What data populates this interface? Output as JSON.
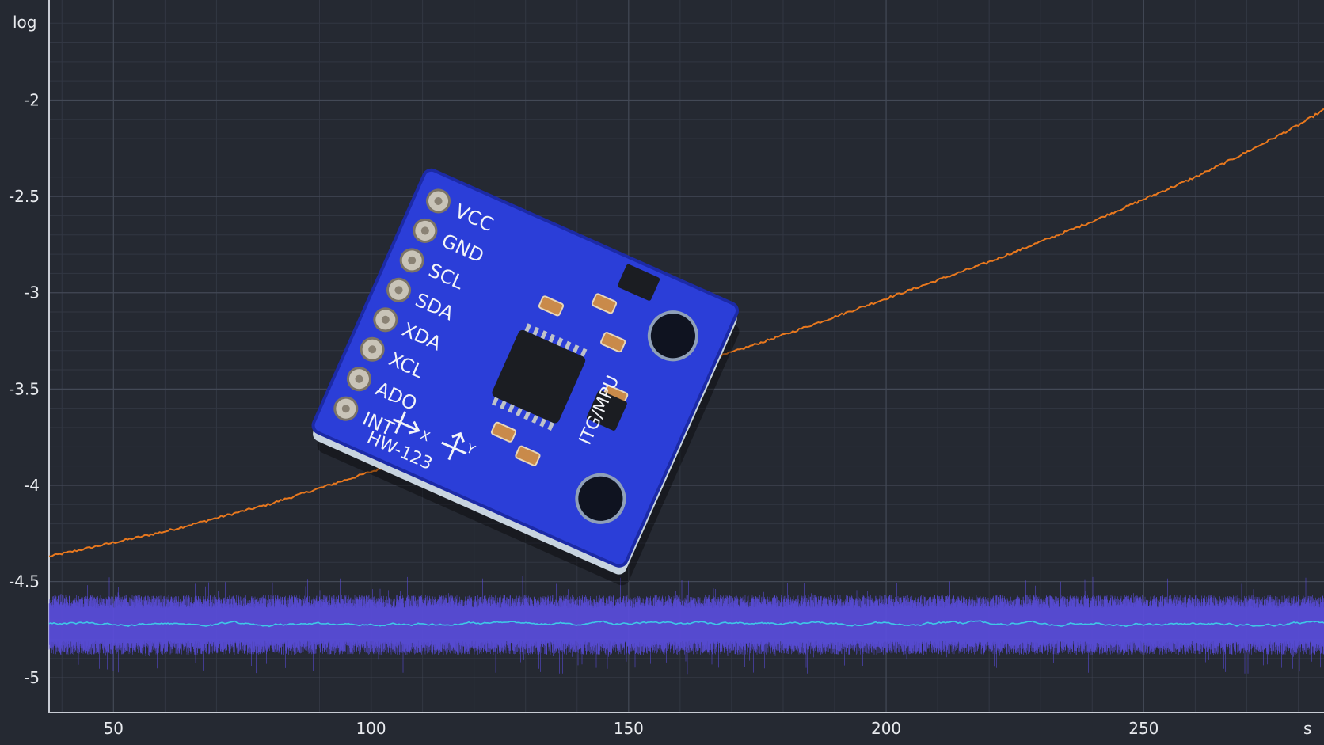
{
  "chart_data": {
    "type": "line",
    "title": "",
    "ylabel": "log",
    "xlabel": "s",
    "xlim": [
      37.5,
      285
    ],
    "ylim": [
      -5.18,
      -1.48
    ],
    "x_ticks": [
      50,
      100,
      150,
      200,
      250
    ],
    "y_ticks": [
      -2,
      -2.5,
      -3,
      -3.5,
      -4,
      -4.5,
      -5
    ],
    "grid": true,
    "series": [
      {
        "color": "#e8781e",
        "style": "trend",
        "x": [
          37.5,
          60,
          80,
          100,
          120,
          140,
          160,
          180,
          200,
          220,
          240,
          260,
          270,
          280,
          285
        ],
        "y": [
          -4.37,
          -4.24,
          -4.1,
          -3.93,
          -3.76,
          -3.58,
          -3.4,
          -3.22,
          -3.03,
          -2.84,
          -2.63,
          -2.4,
          -2.27,
          -2.13,
          -2.05
        ]
      },
      {
        "color": "#5b4ee0",
        "style": "noise-band",
        "x": [
          37.5,
          285
        ],
        "y": [
          -4.72,
          -4.72
        ],
        "band_low": -4.88,
        "band_high": -4.57,
        "spike_high": -4.47,
        "spike_low": -4.98
      },
      {
        "color": "#3fc7e6",
        "style": "noise-line",
        "x": [
          37.5,
          285
        ],
        "y": [
          -4.72,
          -4.72
        ]
      }
    ]
  },
  "board": {
    "pins": [
      "VCC",
      "GND",
      "SCL",
      "SDA",
      "XDA",
      "XCL",
      "ADO",
      "INT"
    ],
    "model": "HW-123",
    "chip_label": "ITG/MPU",
    "axis_x": "X",
    "axis_y": "Y",
    "colors": {
      "pcb": "#2b3ed8",
      "pcb_dark": "#1c2aa6",
      "pad": "#c9c4b8",
      "chip": "#1b1d22",
      "cap": "#c98a4a",
      "edge": "#c8d4df"
    }
  }
}
